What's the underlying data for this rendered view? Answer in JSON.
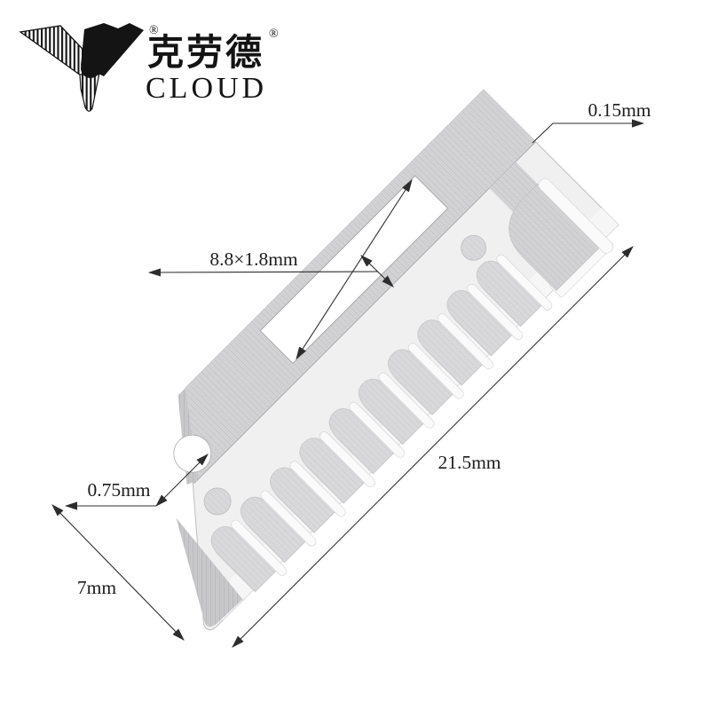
{
  "brand": {
    "icon": "bird-logo",
    "cn_name": "克劳德",
    "en_name": "CLOUD",
    "registered_mark": "®"
  },
  "annotations": {
    "thickness_label": "0.15mm",
    "slot_label": "8.8×1.8mm",
    "length_label": "21.5mm",
    "notch_label": "0.75mm",
    "width_label": "7mm"
  },
  "colors": {
    "background": "#ffffff",
    "metal_body": "#f0f0f1",
    "metal_band": "#d5d5d7",
    "metal_teeth": "#dadadc",
    "metal_face": "#c9c9cb",
    "highlight_strip": "#fafafb",
    "dimension_line": "#2d2d2d",
    "label_text": "#1c1c1c",
    "logo": "#141414"
  }
}
